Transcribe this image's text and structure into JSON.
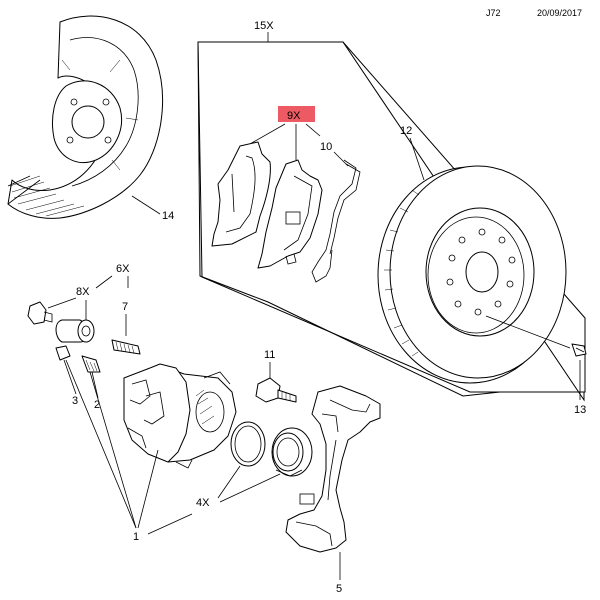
{
  "header": {
    "code": "J72",
    "date": "20/09/2017"
  },
  "colors": {
    "highlight": "#ee5a63",
    "line": "#000000",
    "background": "#ffffff"
  },
  "callouts": {
    "c1": "1",
    "c2": "2",
    "c3": "3",
    "c4x": "4X",
    "c5": "5",
    "c6x": "6X",
    "c7": "7",
    "c8x": "8X",
    "c9x": "9X",
    "c10": "10",
    "c11": "11",
    "c12": "12",
    "c13": "13",
    "c14": "14",
    "c15x": "15X"
  },
  "parts": [
    {
      "id": "1",
      "name": "brake-caliper"
    },
    {
      "id": "2",
      "name": "bleed-screw"
    },
    {
      "id": "3",
      "name": "dust-cap"
    },
    {
      "id": "4X",
      "name": "piston-seal-rings"
    },
    {
      "id": "5",
      "name": "caliper-carrier"
    },
    {
      "id": "6X",
      "name": "guide-pin-kit"
    },
    {
      "id": "7",
      "name": "guide-pin"
    },
    {
      "id": "8X",
      "name": "guide-bolt-and-bushing"
    },
    {
      "id": "9X",
      "name": "brake-pads"
    },
    {
      "id": "10",
      "name": "pad-spring-clip"
    },
    {
      "id": "11",
      "name": "carrier-bolt"
    },
    {
      "id": "12",
      "name": "brake-disc"
    },
    {
      "id": "13",
      "name": "disc-retaining-screw"
    },
    {
      "id": "14",
      "name": "splash-shield"
    },
    {
      "id": "15X",
      "name": "pad-and-disc-kit"
    }
  ]
}
